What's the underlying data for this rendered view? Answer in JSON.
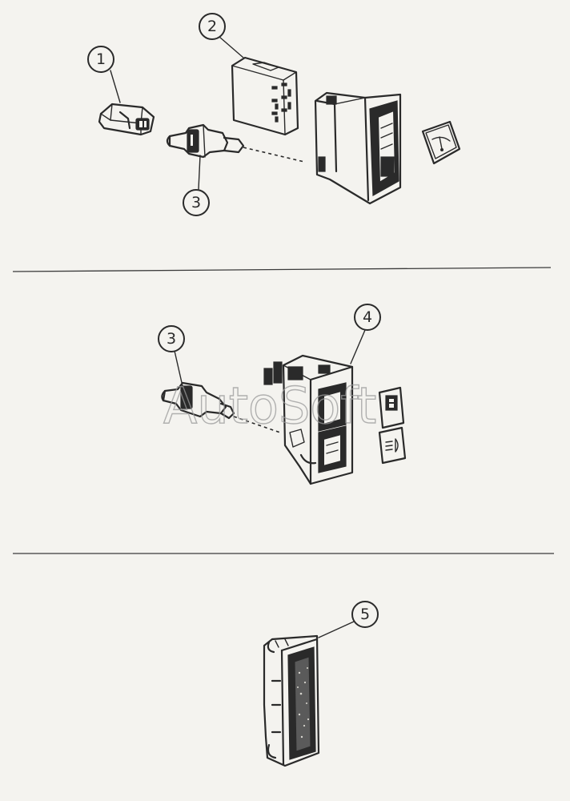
{
  "callouts": {
    "c1": "1",
    "c2": "2",
    "c3a": "3",
    "c3b": "3",
    "c4": "4",
    "c5": "5"
  },
  "watermark": "AutoSoft",
  "colors": {
    "ink": "#2a2a2a",
    "paper": "#f4f3ef"
  },
  "icons": [
    "wiper-symbol-icon",
    "lamp-symbol-icon",
    "switch-symbol-icon"
  ]
}
